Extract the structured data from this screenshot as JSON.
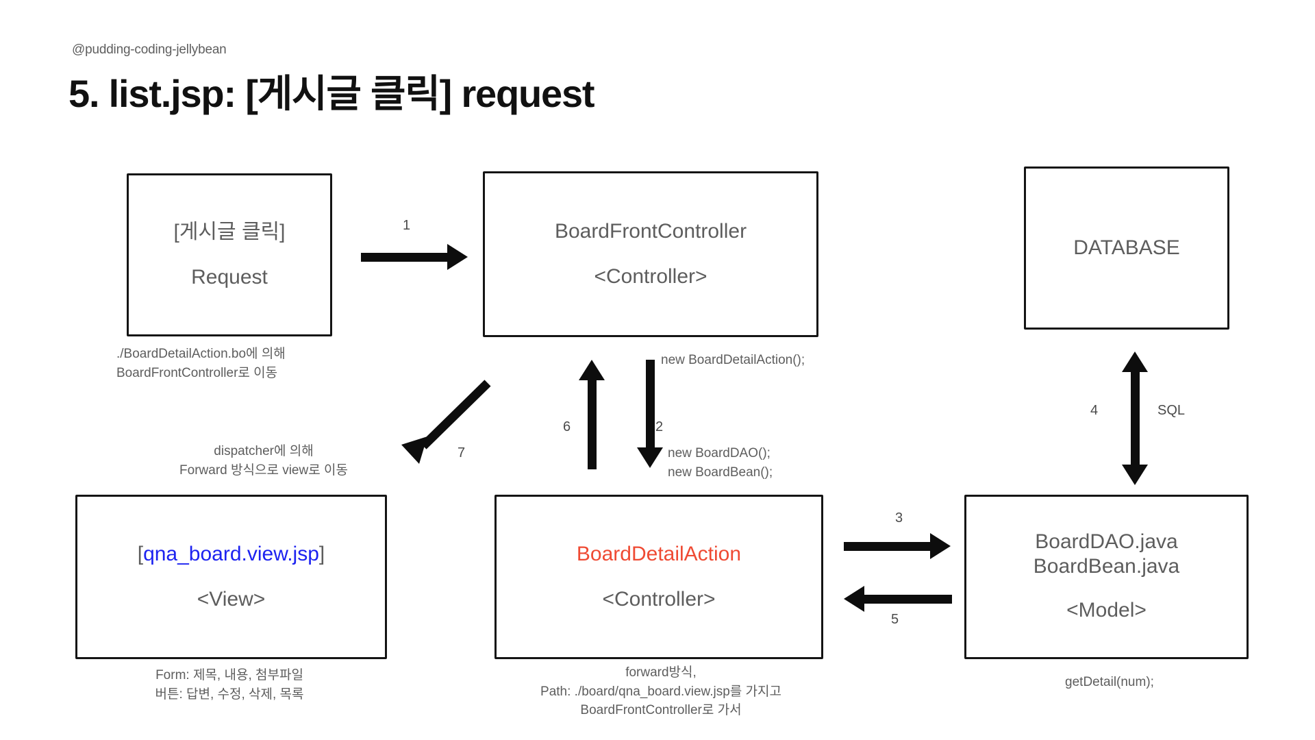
{
  "header": {
    "handle": "@pudding-coding-jellybean",
    "title": "5. list.jsp: [게시글 클릭] request"
  },
  "colors": {
    "box_border": "#141414",
    "box_text": "#5d5d5d",
    "accent_red": "#ef4a33",
    "accent_blue": "#1c22f0",
    "arrow": "#0d0d0d",
    "background": "#ffffff"
  },
  "diagram": {
    "type": "mvc-flow",
    "boxes": [
      {
        "id": "request",
        "line1": "[게시글 클릭]",
        "line2": "Request",
        "caption": "./BoardDetailAction.bo에 의해\nBoardFrontController로 이동"
      },
      {
        "id": "front-controller",
        "line1": "BoardFrontController",
        "line2": "<Controller>",
        "caption": "new BoardDetailAction();"
      },
      {
        "id": "database",
        "line1": "DATABASE",
        "line2": "",
        "caption": ""
      },
      {
        "id": "view",
        "bracket_open": "[",
        "line1": "qna_board.view.jsp",
        "bracket_close": "]",
        "line2": "<View>",
        "caption": "Form: 제목, 내용, 첨부파일\n버튼: 답변, 수정, 삭제, 목록",
        "caption_above": "dispatcher에 의해\nForward 방식으로 view로 이동"
      },
      {
        "id": "detail-action",
        "line1": "BoardDetailAction",
        "line2": "<Controller>",
        "caption": "forward방식,\nPath: ./board/qna_board.view.jsp를 가지고\nBoardFrontController로 가서"
      },
      {
        "id": "model",
        "line1": "BoardDAO.java",
        "line2": "BoardBean.java",
        "line3": "<Model>",
        "caption": "getDetail(num);"
      }
    ],
    "arrows": [
      {
        "id": "a1",
        "number": "1",
        "label": "",
        "direction": "right",
        "from": "request",
        "to": "front-controller"
      },
      {
        "id": "a2",
        "number": "2",
        "label": "new BoardDAO();\nnew BoardBean();",
        "direction": "down",
        "from": "front-controller",
        "to": "detail-action"
      },
      {
        "id": "a3",
        "number": "3",
        "label": "",
        "direction": "right",
        "from": "detail-action",
        "to": "model"
      },
      {
        "id": "a4",
        "number": "4",
        "label": "SQL",
        "direction": "both-vertical",
        "from": "model",
        "to": "database"
      },
      {
        "id": "a5",
        "number": "5",
        "label": "",
        "direction": "left",
        "from": "model",
        "to": "detail-action"
      },
      {
        "id": "a6",
        "number": "6",
        "label": "",
        "direction": "up",
        "from": "detail-action",
        "to": "front-controller"
      },
      {
        "id": "a7",
        "number": "7",
        "label": "",
        "direction": "down-left-diagonal",
        "from": "front-controller",
        "to": "view"
      }
    ]
  }
}
